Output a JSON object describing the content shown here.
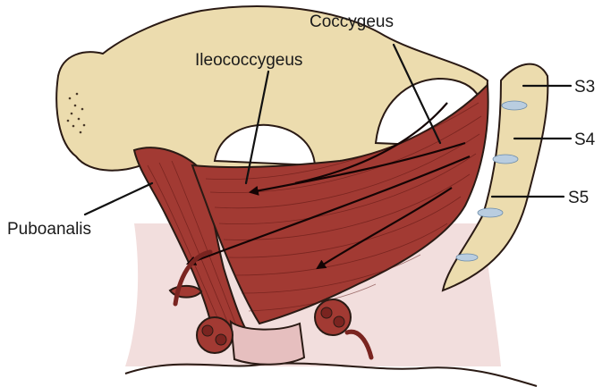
{
  "labels": {
    "coccygeus": "Coccygeus",
    "ileococcygeus": "Ileococcygeus",
    "puboanalis": "Puboanalis",
    "s3": "S3",
    "s4": "S4",
    "s5": "S5"
  },
  "colors": {
    "bone": "#ecdcae",
    "muscle": "#a23a33",
    "muscle_dark": "#7a2420",
    "skin": "#f2dedd",
    "disc": "#b9cde0"
  }
}
